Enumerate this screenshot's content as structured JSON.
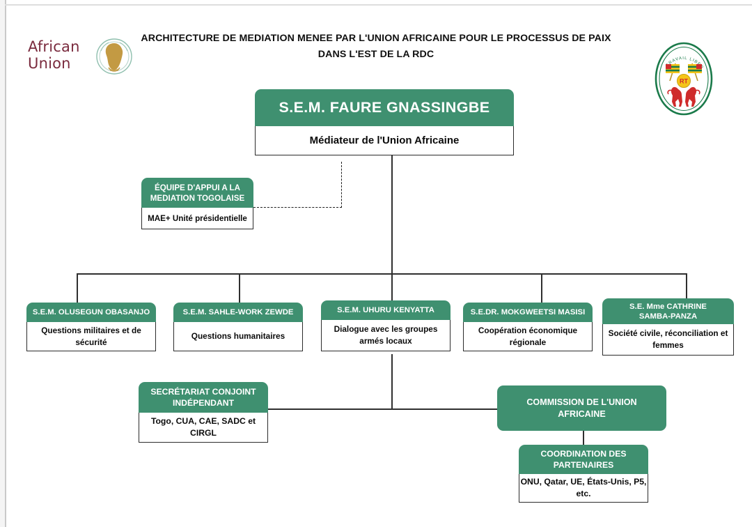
{
  "page": {
    "title_line1": "ARCHITECTURE DE MEDIATION MENEE PAR L'UNION AFRICAINE POUR LE PROCESSUS DE PAIX",
    "title_line2": "DANS L'EST DE LA RDC",
    "accent_green": "#3f9070",
    "logo_maroon": "#7a2b3e",
    "logo_gold": "#c39a43",
    "togo_green": "#1a7a4a",
    "togo_red": "#cf2b2b",
    "togo_yellow": "#f5c518"
  },
  "logos": {
    "african_union": {
      "line1": "African",
      "line2": "Union",
      "alt": "african-union-logo"
    },
    "togo": {
      "monogram": "RT",
      "motto": "TRAVAIL LIBERTE PATRIE",
      "alt": "togo-coat-of-arms"
    }
  },
  "nodes": {
    "root": {
      "header": "S.E.M. FAURE GNASSINGBE",
      "body": "Médiateur de l'Union Africaine"
    },
    "togo_team": {
      "header_line1": "ÉQUIPE D'APPUI A LA",
      "header_line2": "MEDIATION TOGOLAISE",
      "body": "MAE+ Unité présidentielle"
    },
    "panel": [
      {
        "header": "S.E.M. OLUSEGUN OBASANJO",
        "body": "Questions militaires et de sécurité"
      },
      {
        "header": "S.E.M. SAHLE-WORK ZEWDE",
        "body": "Questions humanitaires"
      },
      {
        "header": "S.E.M. UHURU KENYATTA",
        "body": "Dialogue avec les groupes armés locaux"
      },
      {
        "header": "S.E.DR. MOKGWEETSI MASISI",
        "body": "Coopération économique régionale"
      },
      {
        "header_line1": "S.E. Mme CATHRINE",
        "header_line2": "SAMBA-PANZA",
        "body": "Société civile, réconciliation et femmes"
      }
    ],
    "secretariat": {
      "header_line1": "SECRÉTARIAT CONJOINT",
      "header_line2": "INDÉPENDANT",
      "body": "Togo, CUA, CAE, SADC et CIRGL"
    },
    "commission": {
      "header_line1": "COMMISSION DE L'UNION",
      "header_line2": "AFRICAINE"
    },
    "coordination": {
      "header_line1": "COORDINATION DES",
      "header_line2": "PARTENAIRES",
      "body": "ONU, Qatar, UE, États-Unis, P5, etc."
    }
  }
}
